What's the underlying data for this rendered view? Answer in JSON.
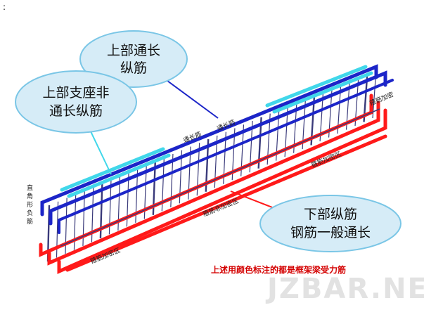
{
  "callouts": {
    "top_continuous": [
      "上部通长",
      "纵筋"
    ],
    "top_support": [
      "上部支座非",
      "通长纵筋"
    ],
    "bottom": [
      "下部纵筋",
      "钢筋一般通长"
    ]
  },
  "labels": {
    "tongchangjin_1": "通长筋",
    "tongchangjin_2": "通长筋",
    "stirrup_dense_right": "箍筋加密区",
    "stirrup_dense_left": "箍筋加密区",
    "stirrup_nondense": "箍筋非加密区",
    "stirrup_dense_end": "箍筋加密",
    "corner_hook": [
      "直",
      "角",
      "形",
      "负",
      "筋"
    ]
  },
  "caption": "上述用颜色标注的都是框架梁受力筋",
  "watermark": "JZBAR.NET",
  "corner_mark": ":",
  "colors": {
    "top_bar": "#1c25c8",
    "support_bar": "#41d7ea",
    "bottom_bar": "#ff1a1a",
    "stirrup": "#3a3a7a",
    "callout_fill": "#d6ecf7",
    "callout_border": "#7ac6e6",
    "caption": "#d40000"
  }
}
